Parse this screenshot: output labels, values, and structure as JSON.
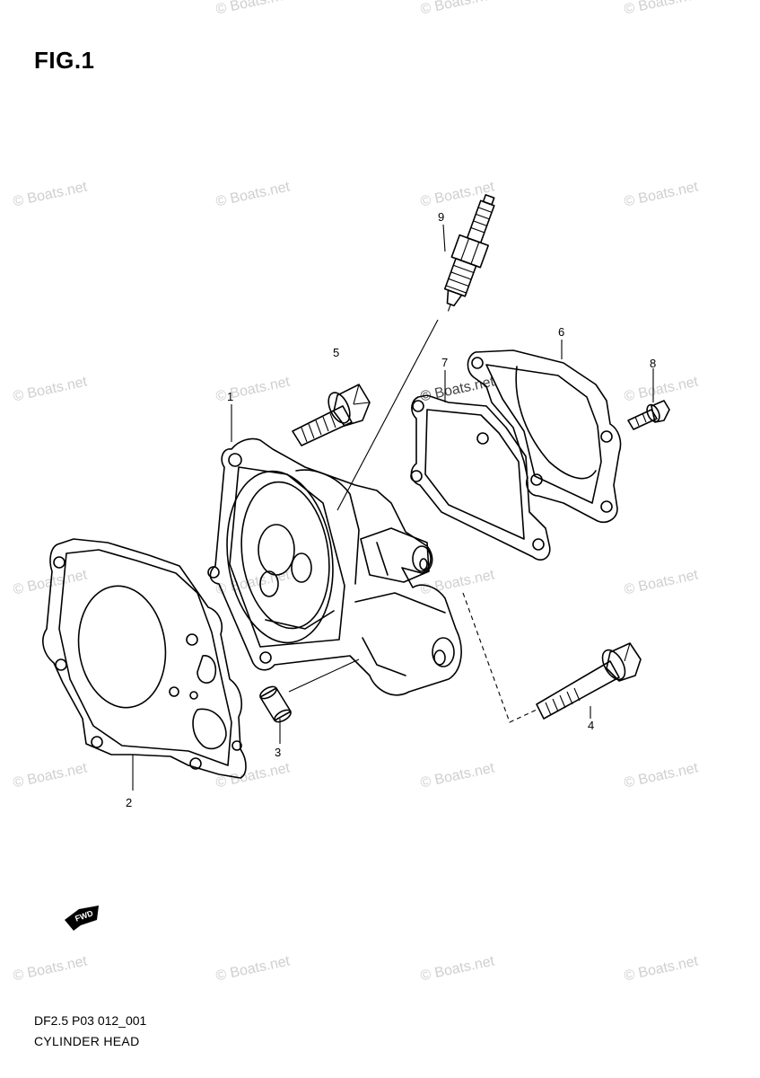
{
  "figure": {
    "title": "FIG.1"
  },
  "footer": {
    "code": "DF2.5 P03 012_001",
    "name": "CYLINDER HEAD"
  },
  "watermark": {
    "text": "© Boats.net"
  },
  "callouts": [
    {
      "num": "1",
      "part": "cylinder-head"
    },
    {
      "num": "2",
      "part": "head-gasket"
    },
    {
      "num": "3",
      "part": "dowel-pin"
    },
    {
      "num": "4",
      "part": "long-bolt"
    },
    {
      "num": "5",
      "part": "bolt"
    },
    {
      "num": "6",
      "part": "cover"
    },
    {
      "num": "7",
      "part": "cover-gasket"
    },
    {
      "num": "8",
      "part": "small-bolt"
    },
    {
      "num": "9",
      "part": "spark-plug"
    }
  ],
  "fwd_label": "FWD"
}
